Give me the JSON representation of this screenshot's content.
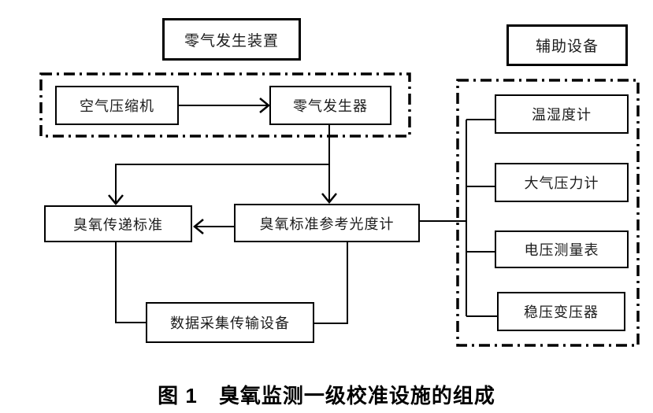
{
  "figure": {
    "caption": "图 1　臭氧监测一级校准设施的组成",
    "groups": {
      "zero_gas_device_label": "零气发生装置",
      "auxiliary_equipment_label": "辅助设备"
    },
    "nodes": {
      "air_compressor": "空气压缩机",
      "zero_gas_generator": "零气发生器",
      "ozone_transfer_standard": "臭氧传递标准",
      "ozone_standard_reference_photometer": "臭氧标准参考光度计",
      "data_acquisition_transmission": "数据采集传输设备",
      "hygrothermograph": "温湿度计",
      "barometer": "大气压力计",
      "voltmeter": "电压测量表",
      "voltage_stabilizer": "稳压变压器"
    },
    "colors": {
      "line": "#000000",
      "background": "#ffffff",
      "text": "#1c1c1c"
    }
  }
}
